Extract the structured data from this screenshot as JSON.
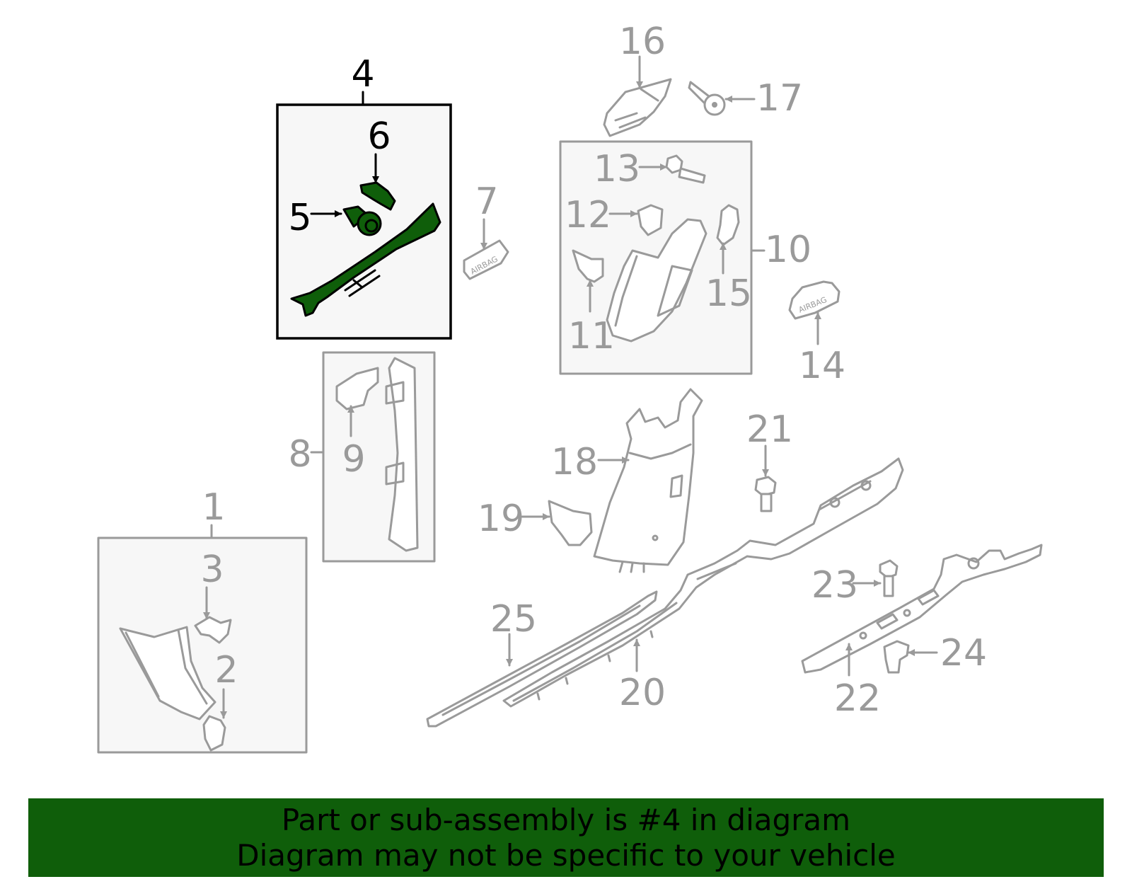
{
  "callouts": {
    "c1": "1",
    "c2": "2",
    "c3": "3",
    "c4": "4",
    "c5": "5",
    "c6": "6",
    "c7": "7",
    "c8": "8",
    "c9": "9",
    "c10": "10",
    "c11": "11",
    "c12": "12",
    "c13": "13",
    "c14": "14",
    "c15": "15",
    "c16": "16",
    "c17": "17",
    "c18": "18",
    "c19": "19",
    "c20": "20",
    "c21": "21",
    "c22": "22",
    "c23": "23",
    "c24": "24",
    "c25": "25"
  },
  "part_marks": {
    "airbag_7": "AIRBAG",
    "airbag_14": "AIRBAG"
  },
  "banner": {
    "line1": "Part or sub-assembly is #4 in diagram",
    "line2": "Diagram may not be specific to your vehicle"
  },
  "colors": {
    "highlight": "#0f5e0a",
    "outline": "#9a9a9a",
    "selected_outline": "#000000",
    "box_fill": "#f7f7f7"
  }
}
